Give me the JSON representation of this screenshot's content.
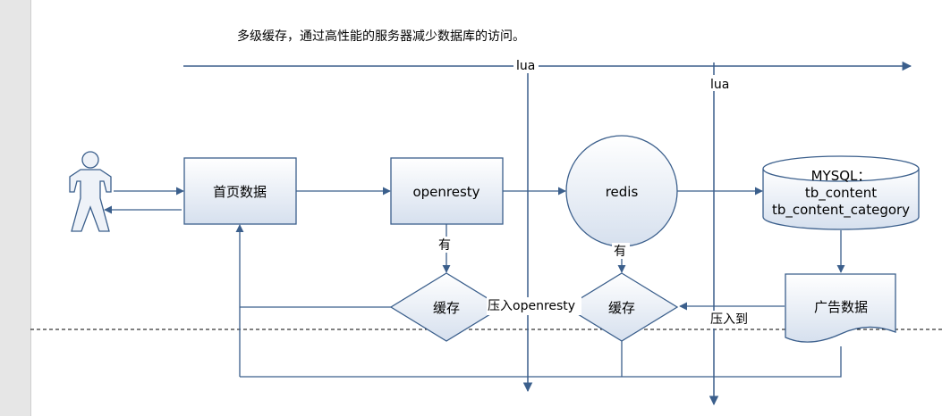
{
  "diagram": {
    "title": "多级缓存，通过高性能的服务器减少数据库的访问。",
    "nodes": {
      "homepage": "首页数据",
      "openresty": "openresty",
      "redis": "redis",
      "mysql_line1": "MYSQL：",
      "mysql_line2": "tb_content",
      "mysql_line3": "tb_content_category",
      "cache1": "缓存",
      "cache2": "缓存",
      "ad_data": "广告数据"
    },
    "labels": {
      "lua1": "lua",
      "lua2": "lua",
      "has1": "有",
      "has2": "有",
      "push_openresty": "压入openresty",
      "push_to": "压入到"
    }
  },
  "colors": {
    "line": "#3b5f8c",
    "box_fill_top": "#ffffff",
    "box_fill_bottom": "#d8e1ee",
    "box_stroke": "#3b5f8c"
  }
}
